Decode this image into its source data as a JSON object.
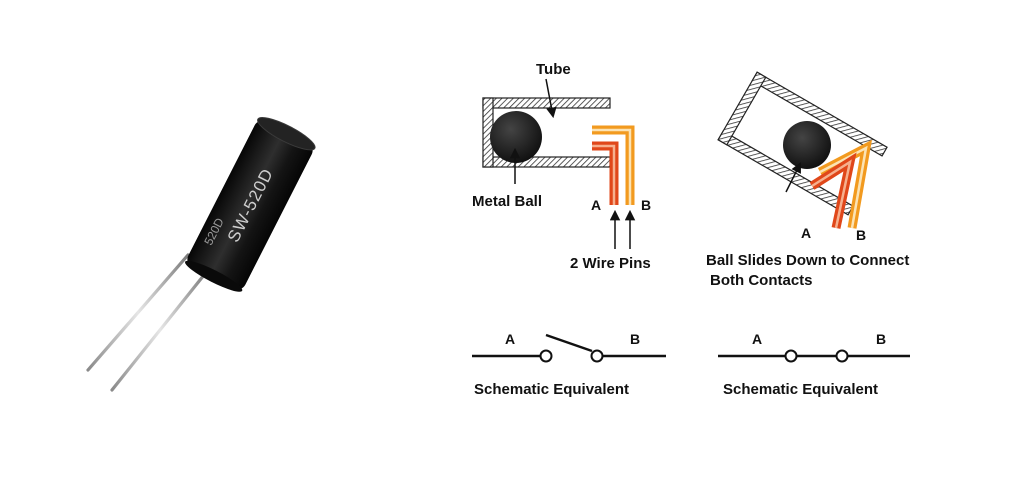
{
  "component": {
    "marking_front": "SW-520D",
    "marking_top": "520D"
  },
  "diagram_upright": {
    "tube_label": "Tube",
    "ball_label": "Metal Ball",
    "pin_a": "A",
    "pin_b": "B",
    "pins_label": "2 Wire Pins"
  },
  "diagram_tilted": {
    "pin_a": "A",
    "pin_b": "B",
    "caption_line1": "Ball Slides Down to Connect",
    "caption_line2": "Both Contacts"
  },
  "schematic_open": {
    "pin_a": "A",
    "pin_b": "B",
    "caption": "Schematic Equivalent"
  },
  "schematic_closed": {
    "pin_a": "A",
    "pin_b": "B",
    "caption": "Schematic Equivalent"
  },
  "colors": {
    "wire_orange": "#f29a1f",
    "wire_red": "#e0471a",
    "ball": "#1c1c1c",
    "body_black": "#161616"
  }
}
